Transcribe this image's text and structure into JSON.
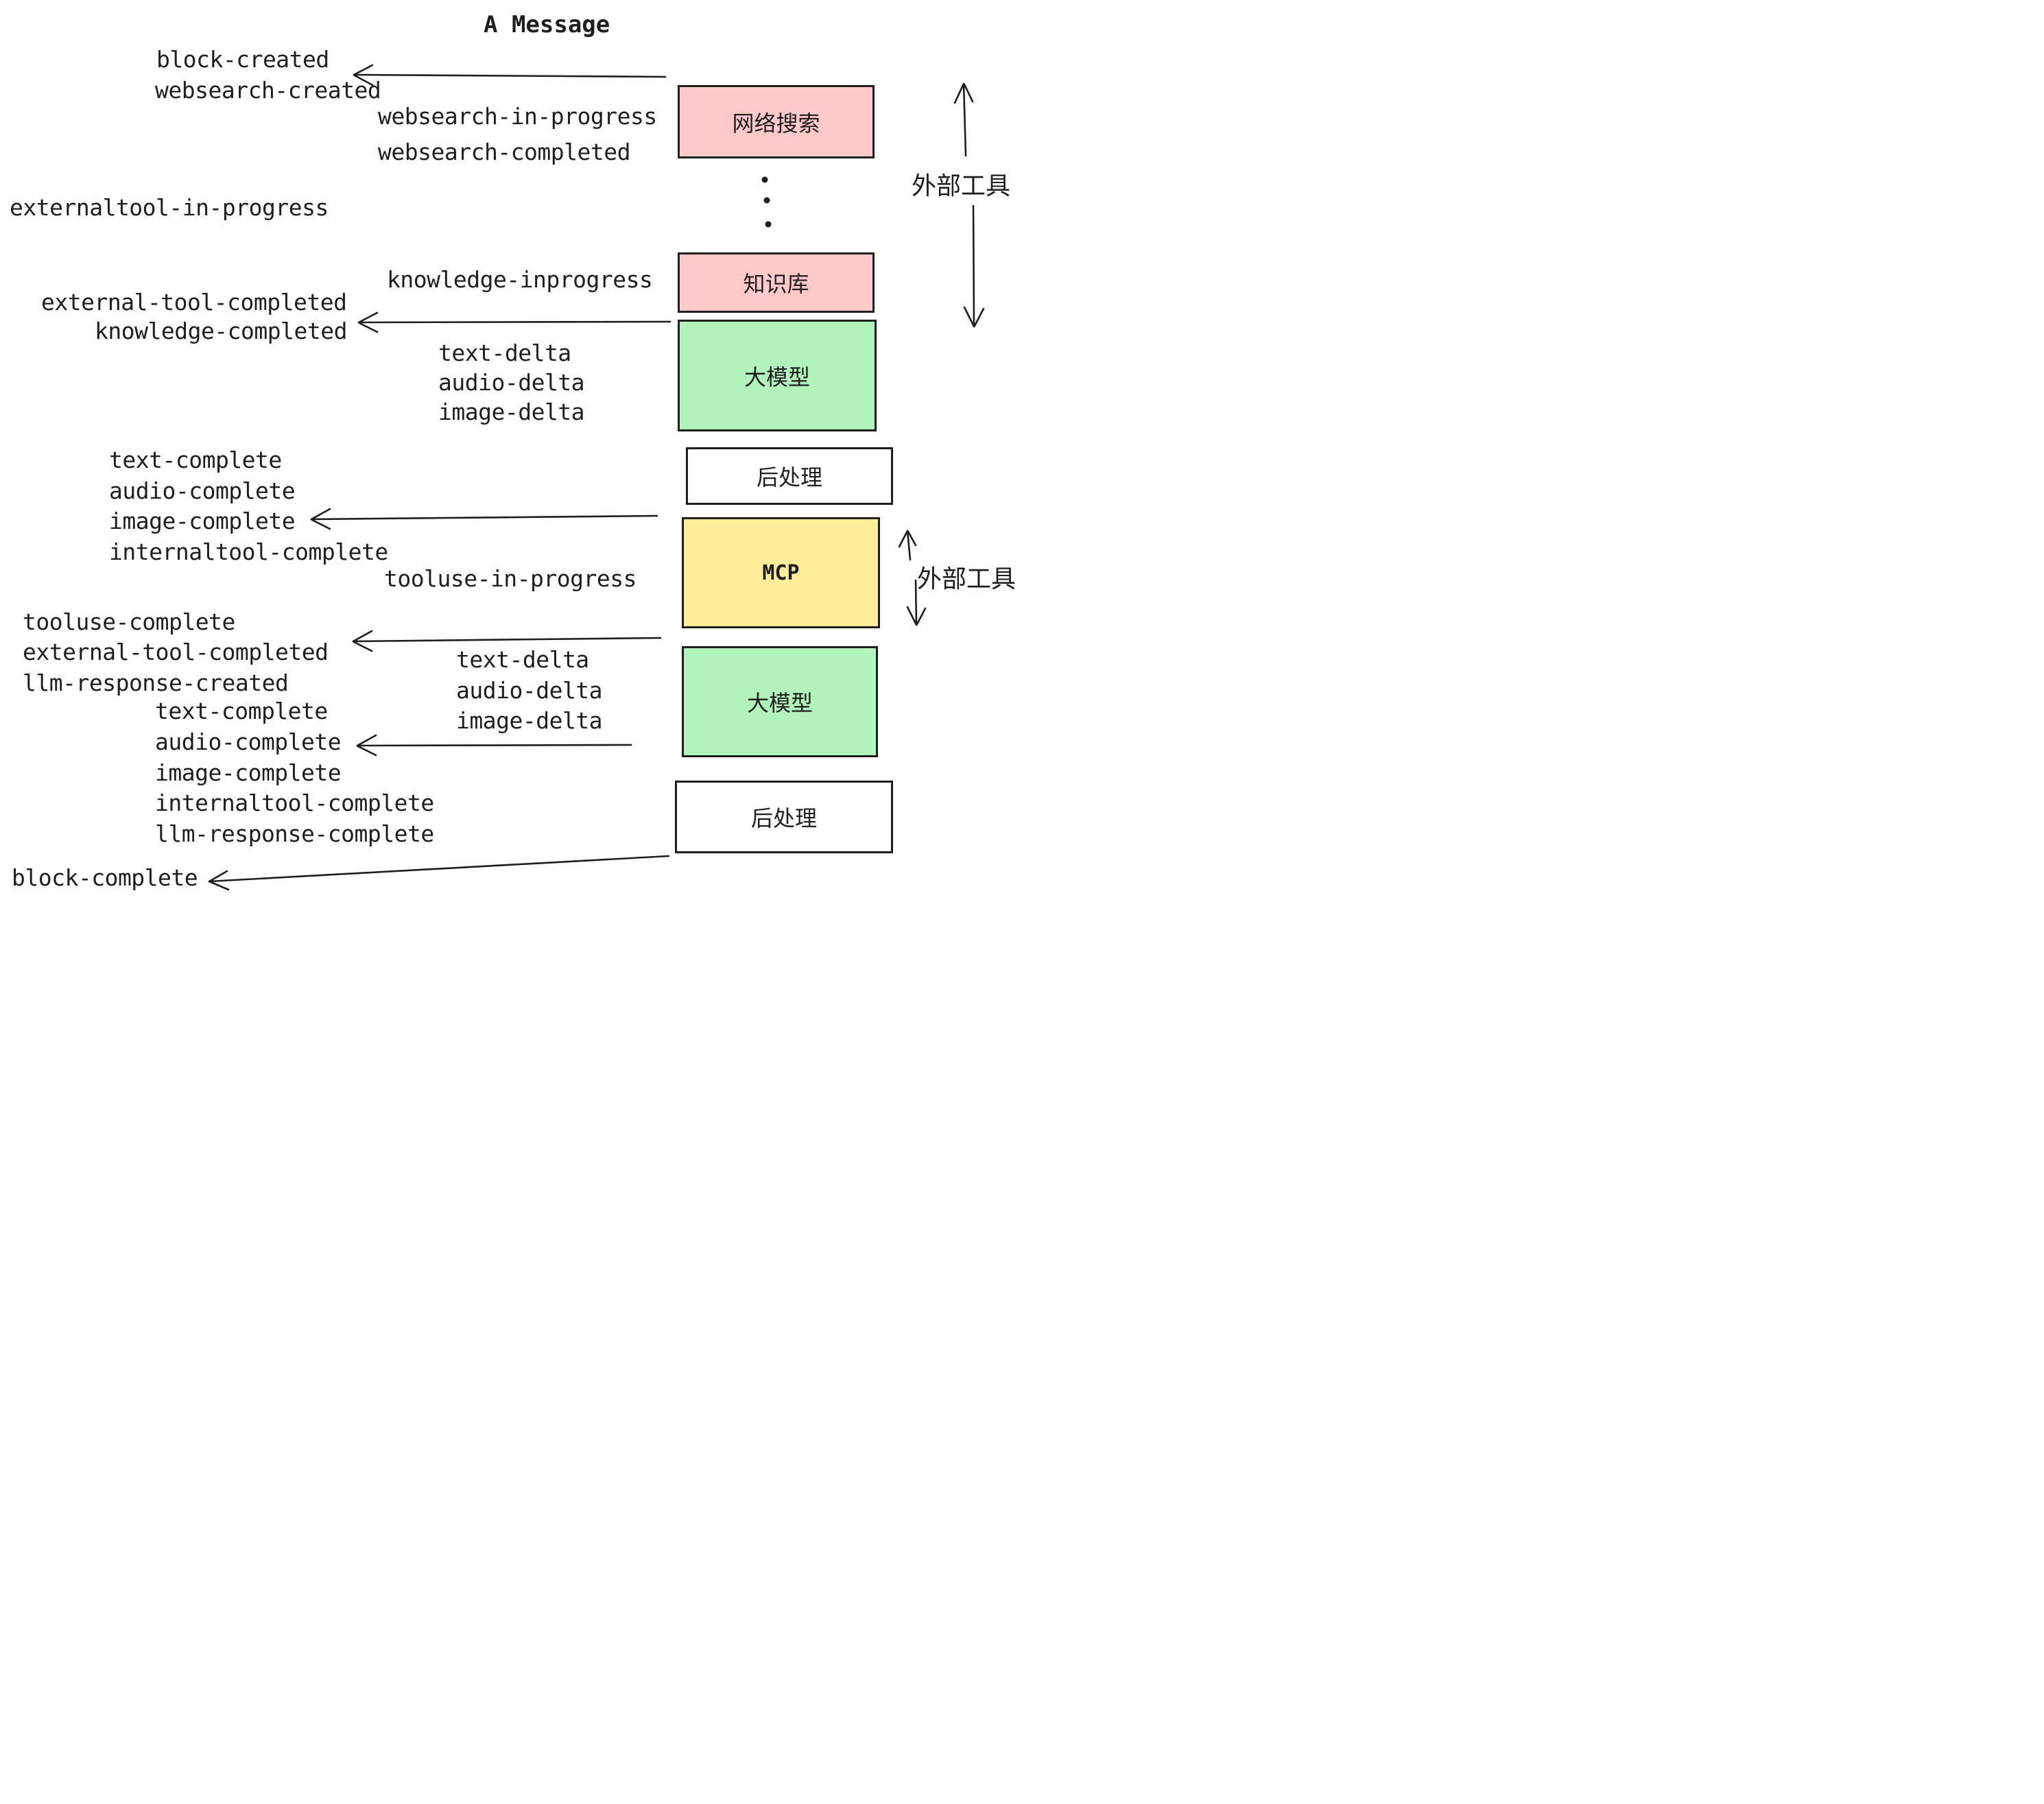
{
  "title": "A Message",
  "colors": {
    "pink": "#ffc9c9",
    "green": "#b2f2bb",
    "yellow": "#ffec99",
    "white": "#ffffff",
    "stroke": "#1e1e1e",
    "bg": "#ffffff"
  },
  "boxes": {
    "websearch": "网络搜索",
    "knowledge": "知识库",
    "llm1": "大模型",
    "postprocess1": "后处理",
    "mcp": "MCP",
    "llm2": "大模型",
    "postprocess2": "后处理"
  },
  "side_labels": {
    "external_tools_top": "外部工具",
    "external_tools_mid": "外部工具"
  },
  "events": {
    "block_created": "block-created",
    "websearch_created": "websearch-created",
    "websearch_in_progress": "websearch-in-progress",
    "websearch_completed": "websearch-completed",
    "externaltool_in_progress": "externaltool-in-progress",
    "knowledge_inprogress": "knowledge-inprogress",
    "external_tool_completed_1": "external-tool-completed",
    "knowledge_completed": "knowledge-completed",
    "text_delta_1": "text-delta",
    "audio_delta_1": "audio-delta",
    "image_delta_1": "image-delta",
    "text_complete_1": "text-complete",
    "audio_complete_1": "audio-complete",
    "image_complete_1": "image-complete",
    "internaltool_complete_1": "internaltool-complete",
    "tooluse_in_progress": "tooluse-in-progress",
    "tooluse_complete": "tooluse-complete",
    "external_tool_completed_2": "external-tool-completed",
    "llm_response_created": "llm-response-created",
    "text_delta_2": "text-delta",
    "audio_delta_2": "audio-delta",
    "image_delta_2": "image-delta",
    "text_complete_2": "text-complete",
    "audio_complete_2": "audio-complete",
    "image_complete_2": "image-complete",
    "internaltool_complete_2": "internaltool-complete",
    "llm_response_complete": "llm-response-complete",
    "block_complete": "block-complete"
  }
}
